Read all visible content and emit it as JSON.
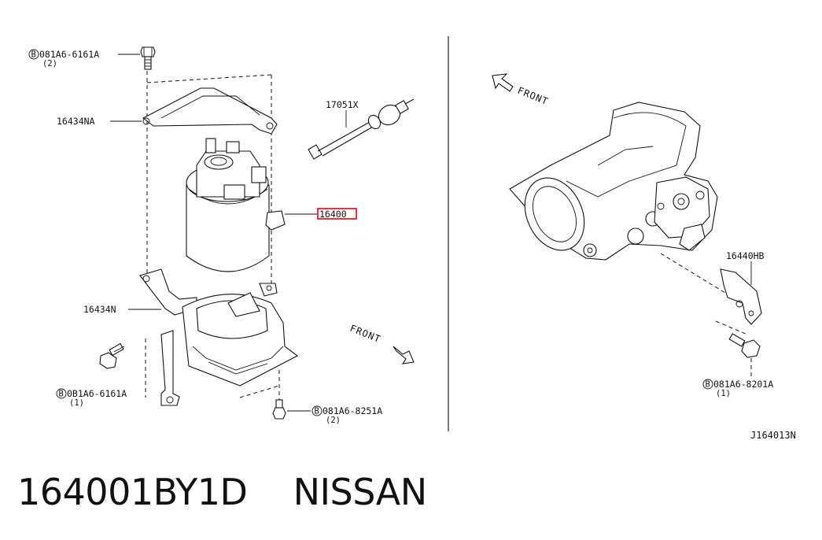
{
  "callouts": {
    "bolt_top": {
      "code": "081A6-6161A",
      "qty": "(2)"
    },
    "bracket_upper": "16434NA",
    "hose": "17051X",
    "filter": "16400",
    "bracket_lower": "16434N",
    "bolt_left": {
      "code": "0B1A6-6161A",
      "qty": "(1)"
    },
    "bolt_bottom": {
      "code": "081A6-8251A",
      "qty": "(2)"
    },
    "bracket_right": "16440HB",
    "bolt_right": {
      "code": "081A6-8201A",
      "qty": "(1)"
    }
  },
  "bolt_marker": "B",
  "front_label": "FRONT",
  "diagram_code": "J164013N",
  "highlight_color": "#e8000f",
  "footer": {
    "part_number": "164001BY1D",
    "brand": "NISSAN"
  }
}
